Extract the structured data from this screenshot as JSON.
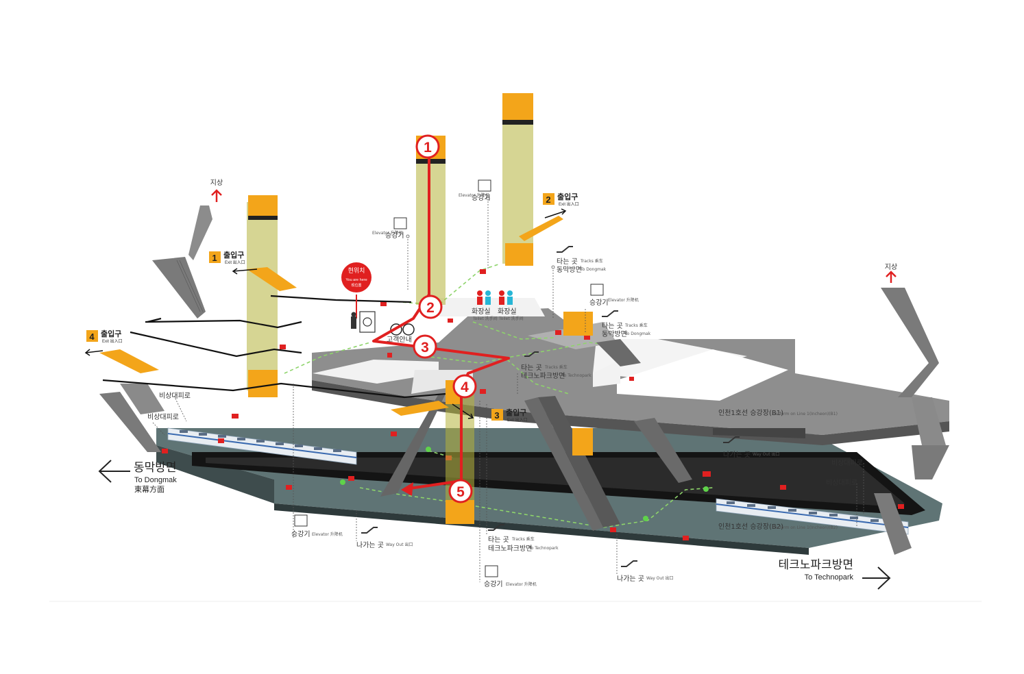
{
  "colors": {
    "route": "#e02020",
    "pillar": "#b5b23a",
    "pillar_cap": "#f3a51a",
    "concourse": "#8e8e8e",
    "platform": "#5f7475",
    "guide": "#8ed46b",
    "exit_badge": "#f3a51a",
    "ramp": "#f3a51a"
  },
  "route_steps": [
    "1",
    "2",
    "3",
    "4",
    "5"
  ],
  "you_are_here": {
    "label": "현위치",
    "sub_en": "You are here",
    "sub_cn": "现位置",
    "icon": "you-are-here-marker-icon"
  },
  "ground": {
    "left": "지상",
    "right": "지상"
  },
  "exits": [
    {
      "num": "1",
      "label": "출입구",
      "sub": "Exit 出入口"
    },
    {
      "num": "2",
      "label": "출입구",
      "sub": "Exit 出入口"
    },
    {
      "num": "3",
      "label": "출입구",
      "sub": "Exit 出入口"
    },
    {
      "num": "4",
      "label": "출입구",
      "sub": "Exit 出入口"
    }
  ],
  "labels": {
    "elevator": "승강기",
    "elevator_en": "Elevator 升降机",
    "restroom": "화장실",
    "restroom_sub": "Toilet 洗手间",
    "info": "고객안내",
    "boarding": "타는 곳",
    "boarding_en": "Tracks 乘车",
    "to_dongmak_kr": "동막방면",
    "to_dongmak_en": "To Dongmak",
    "to_technopark_kr": "테크노파크방면",
    "to_technopark_en": "To Technopark",
    "emergency": "비상대피로",
    "way_out": "나가는 곳",
    "way_out_en": "Way Out 出口",
    "platform_b1": "인천1호선 승강장(B1)",
    "platform_b1_en": "Platform on Line 1(Incheon)(B1)",
    "platform_b2": "인천1호선 승강장(B2)",
    "platform_b2_en": "Platform on Line 1(Incheon)(B2)"
  },
  "directions": {
    "left": {
      "kr": "동막방면",
      "en": "To Dongmak",
      "cn": "東幕方面"
    },
    "right": {
      "kr": "테크노파크방면",
      "en": "To Technopark"
    }
  }
}
